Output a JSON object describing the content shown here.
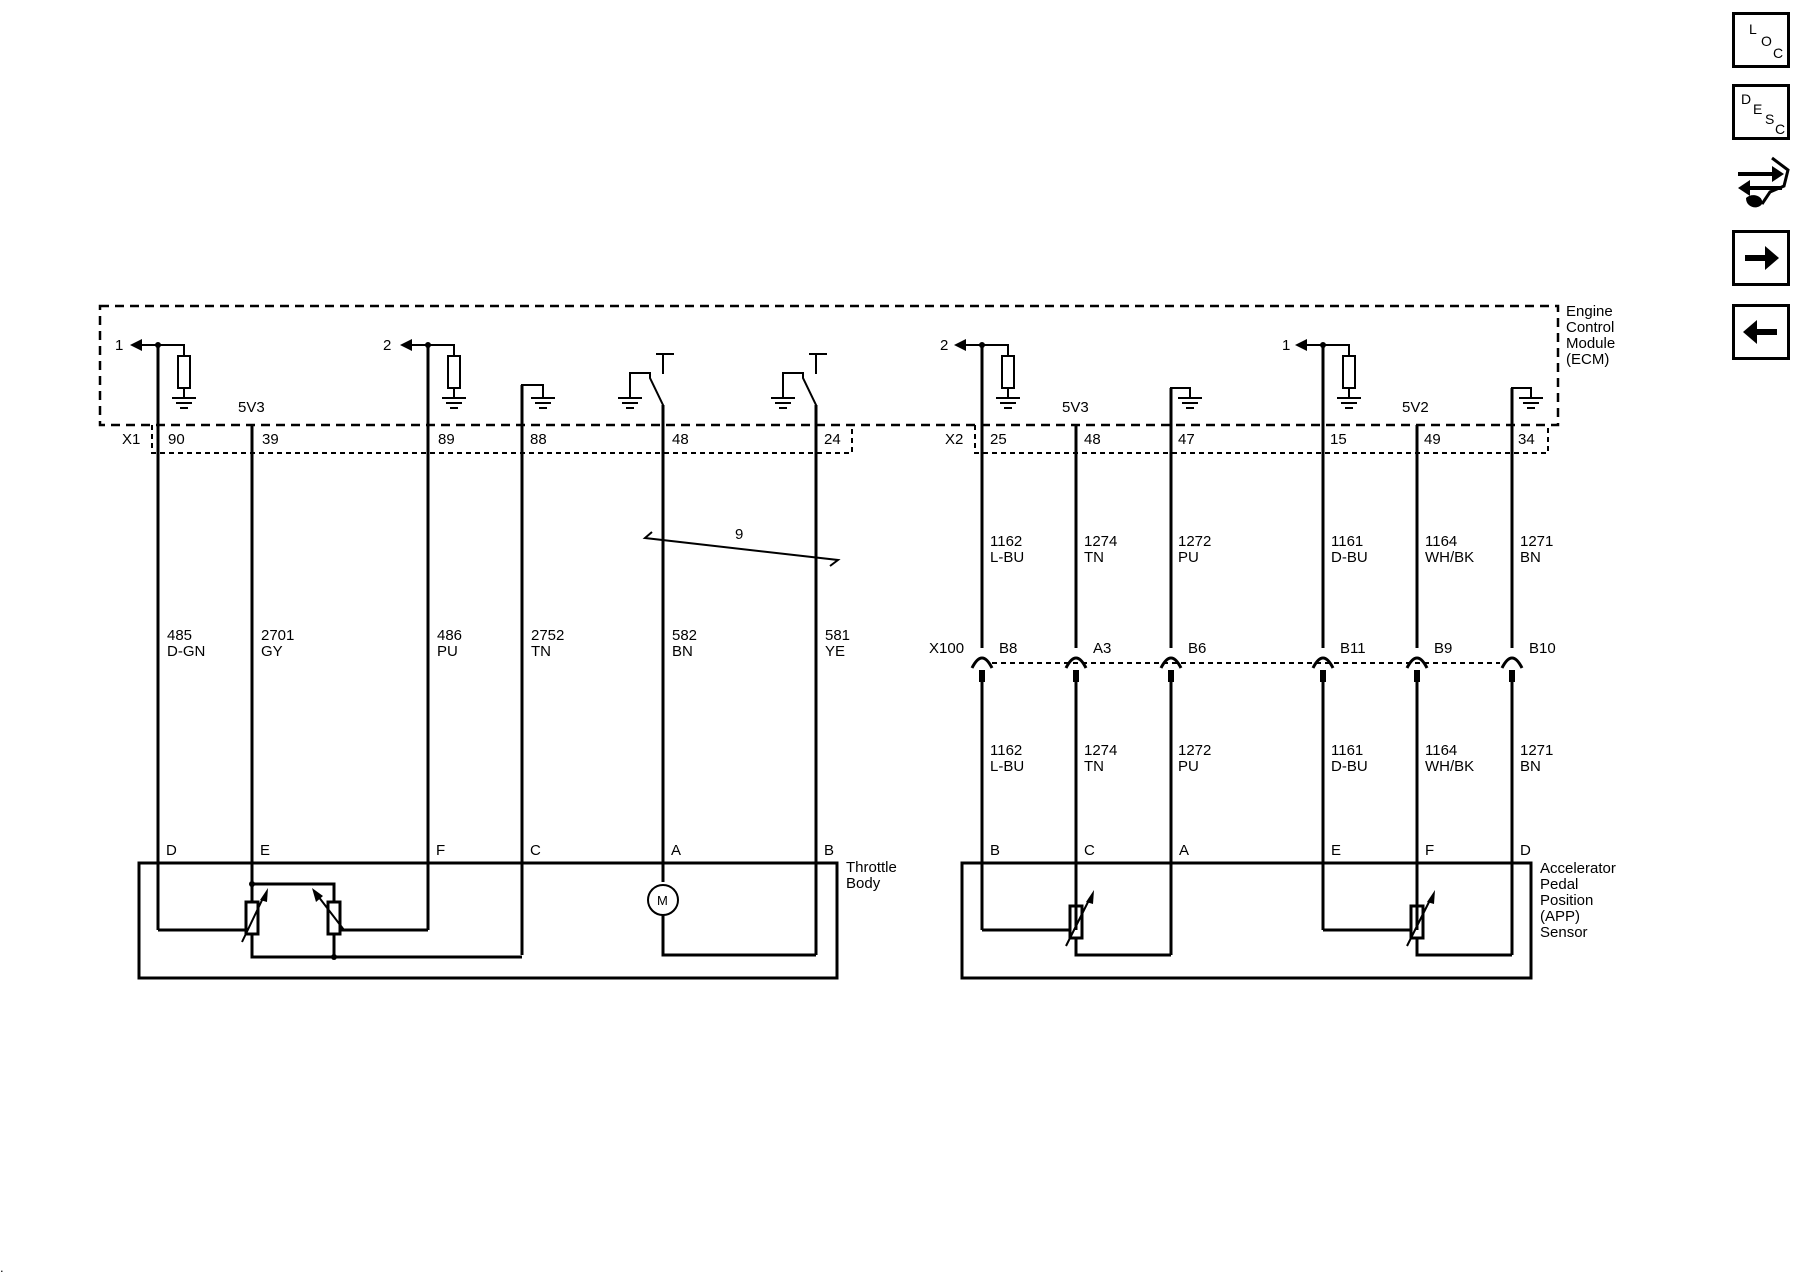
{
  "ecm": {
    "title_lines": [
      "Engine",
      "Control",
      "Module",
      "(ECM)"
    ]
  },
  "connectors": {
    "x1": "X1",
    "x2": "X2",
    "x100": "X100"
  },
  "refs": {
    "r1a": "1",
    "r2a": "2",
    "r2b": "2",
    "r1b": "1"
  },
  "supply": {
    "s1": "5V3",
    "s2": "5V3",
    "s3": "5V2"
  },
  "x1_pins": [
    "90",
    "39",
    "89",
    "88",
    "48",
    "24"
  ],
  "x2_pins": [
    "25",
    "48",
    "47",
    "15",
    "49",
    "34"
  ],
  "twisted_pair": "9",
  "throttle_wires": [
    {
      "circuit": "485",
      "color": "D-GN"
    },
    {
      "circuit": "2701",
      "color": "GY"
    },
    {
      "circuit": "486",
      "color": "PU"
    },
    {
      "circuit": "2752",
      "color": "TN"
    },
    {
      "circuit": "582",
      "color": "BN"
    },
    {
      "circuit": "581",
      "color": "YE"
    }
  ],
  "app_wires": [
    {
      "circuit": "1162",
      "color": "L-BU"
    },
    {
      "circuit": "1274",
      "color": "TN"
    },
    {
      "circuit": "1272",
      "color": "PU"
    },
    {
      "circuit": "1161",
      "color": "D-BU"
    },
    {
      "circuit": "1164",
      "color": "WH/BK"
    },
    {
      "circuit": "1271",
      "color": "BN"
    }
  ],
  "x100_pins": [
    "B8",
    "A3",
    "B6",
    "B11",
    "B9",
    "B10"
  ],
  "throttle_pins": [
    "D",
    "E",
    "F",
    "C",
    "A",
    "B"
  ],
  "app_pins": [
    "B",
    "C",
    "A",
    "E",
    "F",
    "D"
  ],
  "motor_symbol": "M",
  "throttle_body": {
    "lines": [
      "Throttle",
      "Body"
    ]
  },
  "app_sensor": {
    "lines": [
      "Accelerator",
      "Pedal",
      "Position",
      "(APP)",
      "Sensor"
    ]
  },
  "toolbar": {
    "loc": {
      "l": "L",
      "o": "O",
      "c": "C"
    },
    "desc": {
      "d": "D",
      "e": "E",
      "s": "S",
      "c": "C"
    }
  }
}
